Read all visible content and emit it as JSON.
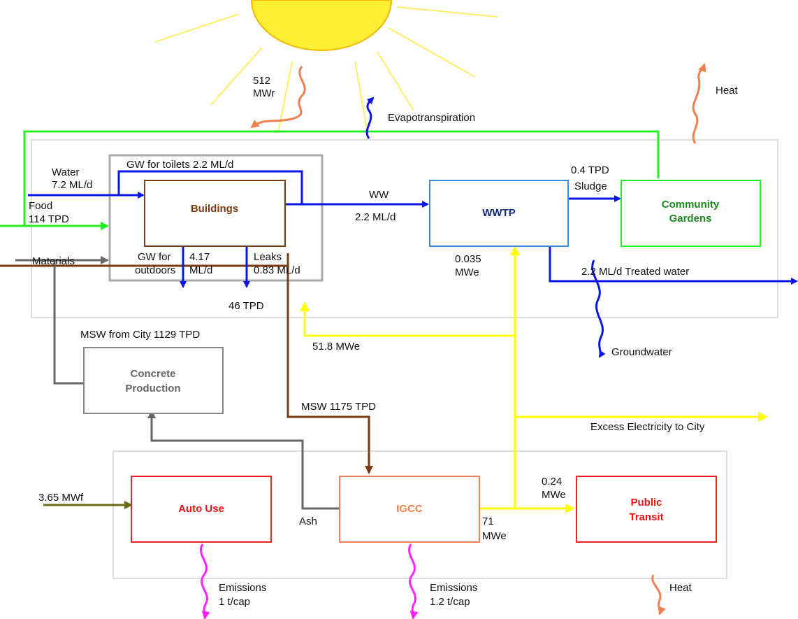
{
  "colors": {
    "water": "#0a16e6",
    "green": "#22ee22",
    "brown": "#7b3a10",
    "gray": "#666666",
    "yellow": "#ffff00",
    "orange": "#f08050",
    "magenta": "#ff22ff",
    "olive": "#6b6b10",
    "sun": "#ffee33"
  },
  "boxes": {
    "buildings": "Buildings",
    "wwtp": "WWTP",
    "gardens_line1": "Community",
    "gardens_line2": "Gardens",
    "concrete_line1": "Concrete",
    "concrete_line2": "Production",
    "auto": "Auto Use",
    "igcc": "IGCC",
    "transit_line1": "Public",
    "transit_line2": "Transit"
  },
  "labels": {
    "sun_mw_1": "512",
    "sun_mw_2": "MWr",
    "heat_top": "Heat",
    "evapotranspiration": "Evapotranspiration",
    "water_1": "Water",
    "water_2": "7.2 ML/d",
    "gw_toilets": "GW for toilets 2.2 ML/d",
    "food_1": "Food",
    "food_2": "114 TPD",
    "ww_1": "WW",
    "ww_2": "2.2 ML/d",
    "sludge_1": "0.4 TPD",
    "sludge_2": "Sludge",
    "materials": "Materials",
    "gw_out_1": "GW for",
    "gw_out_2": "outdoors",
    "gw_out_val_1": "4.17",
    "gw_out_val_2": "ML/d",
    "leaks_1": "Leaks",
    "leaks_2": "0.83 ML/d",
    "wwtp_e_1": "0.035",
    "wwtp_e_2": "MWe",
    "treated": "2.2 ML/d Treated water",
    "tpd46": "46 TPD",
    "msw_city": "MSW from City 1129 TPD",
    "mwe518": "51.8 MWe",
    "groundwater": "Groundwater",
    "msw1175": "MSW 1175 TPD",
    "excess": "Excess Electricity to City",
    "mwf_1": "3.65 MWf",
    "ash": "Ash",
    "mwe71_1": "71",
    "mwe71_2": "MWe",
    "mwe024_1": "0.24",
    "mwe024_2": "MWe",
    "em_auto_1": "Emissions",
    "em_auto_2": "1 t/cap",
    "em_igcc_1": "Emissions",
    "em_igcc_2": "1.2 t/cap",
    "heat_bottom": "Heat"
  }
}
